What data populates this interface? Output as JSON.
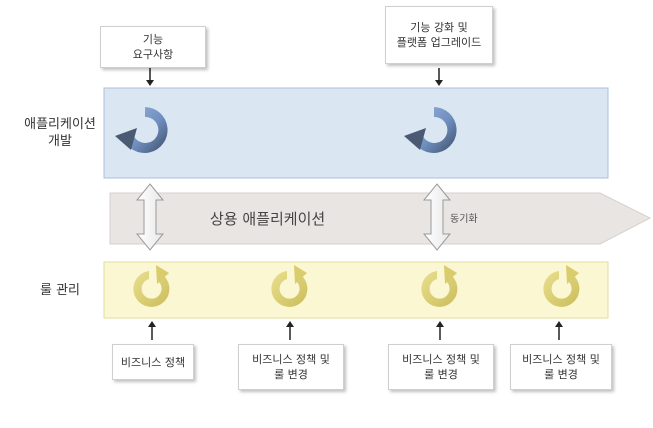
{
  "top_requirements": {
    "left": [
      "기능",
      "요구사항"
    ],
    "right": [
      "기능 강화 및",
      "플랫폼 업그레이드"
    ]
  },
  "rows": {
    "app_dev": [
      "애플리케이션",
      "개발"
    ],
    "commercial_app": "상용 애플리케이션",
    "sync": "동기화",
    "rule_mgmt": "룰 관리"
  },
  "bottom_boxes": [
    [
      "비즈니스 정책"
    ],
    [
      "비즈니스 정책 및",
      "룰 변경"
    ],
    [
      "비즈니스 정책 및",
      "룰 변경"
    ],
    [
      "비즈니스 정책 및",
      "룰 변경"
    ]
  ],
  "colors": {
    "dev_band": "#dbe6f3",
    "dev_border": "#a9c0dc",
    "app_arrow": "#e9e5e3",
    "rule_band": "#fbf7d2",
    "rule_border": "#e3dca0",
    "blue_cycle": "#7f9fcf",
    "yellow_cycle": "#dcd07a"
  },
  "icons": [
    "cycle-arrow-icon",
    "double-arrow-icon",
    "down-arrow-icon",
    "up-arrow-icon"
  ]
}
